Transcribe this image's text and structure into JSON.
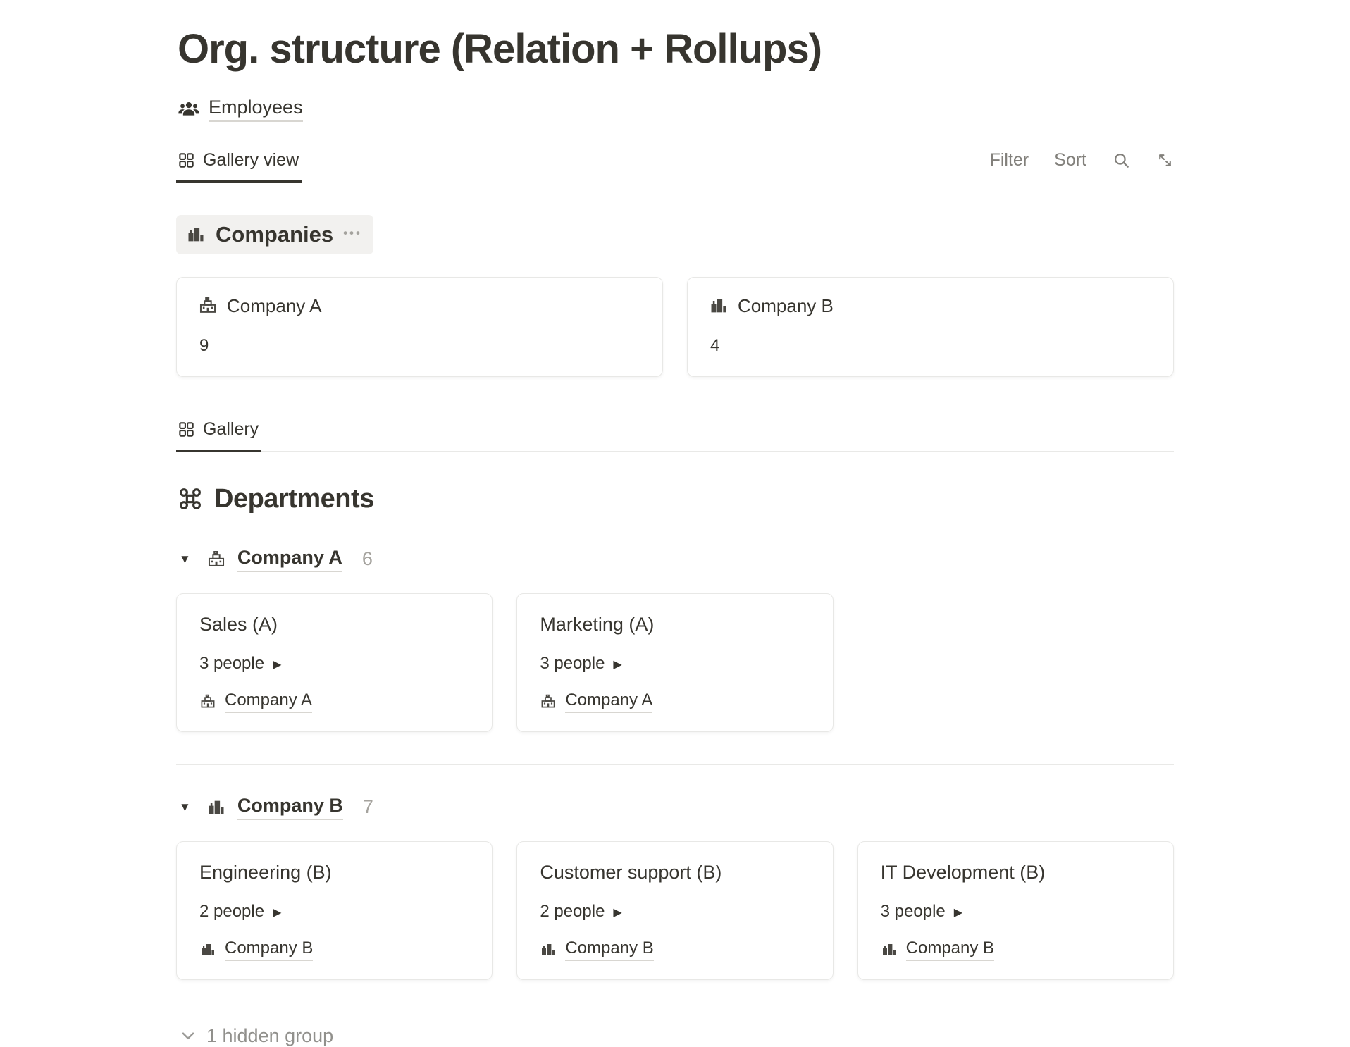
{
  "page": {
    "title": "Org. structure (Relation + Rollups)"
  },
  "breadcrumb": {
    "employees_label": "Employees"
  },
  "toolbar": {
    "tab_label": "Gallery view",
    "filter_label": "Filter",
    "sort_label": "Sort",
    "icons": [
      "search-icon",
      "expand-diagonal-icon"
    ]
  },
  "companies_section": {
    "title": "Companies",
    "icon": "buildings-icon",
    "menu_dots": "•••",
    "cards": [
      {
        "name": "Company A",
        "icon": "school-icon",
        "value": "9"
      },
      {
        "name": "Company B",
        "icon": "buildings-icon",
        "value": "4"
      }
    ]
  },
  "departments_section": {
    "tab_label": "Gallery",
    "icon": "command-icon",
    "title": "Departments",
    "groups": [
      {
        "name": "Company A",
        "icon": "school-icon",
        "count": "6",
        "collapse_glyph": "▼",
        "cards": [
          {
            "title": "Sales (A)",
            "people": "3 people",
            "expand_glyph": "▶",
            "company": "Company A",
            "icon": "school-icon"
          },
          {
            "title": "Marketing (A)",
            "people": "3 people",
            "expand_glyph": "▶",
            "company": "Company A",
            "icon": "school-icon"
          }
        ]
      },
      {
        "name": "Company B",
        "icon": "buildings-icon",
        "count": "7",
        "collapse_glyph": "▼",
        "cards": [
          {
            "title": "Engineering (B)",
            "people": "2 people",
            "expand_glyph": "▶",
            "company": "Company B",
            "icon": "buildings-icon"
          },
          {
            "title": "Customer support (B)",
            "people": "2 people",
            "expand_glyph": "▶",
            "company": "Company B",
            "icon": "buildings-icon"
          },
          {
            "title": "IT Development (B)",
            "people": "3 people",
            "expand_glyph": "▶",
            "company": "Company B",
            "icon": "buildings-icon"
          }
        ]
      }
    ],
    "hidden_group_label": "1 hidden group"
  },
  "colors": {
    "text_primary": "#37352f",
    "text_secondary": "#82807b",
    "text_muted": "#9b9a97",
    "border_light": "#e9e9e7",
    "pill_background": "#f2f1ef",
    "tab_active_underline": "#37352f"
  }
}
